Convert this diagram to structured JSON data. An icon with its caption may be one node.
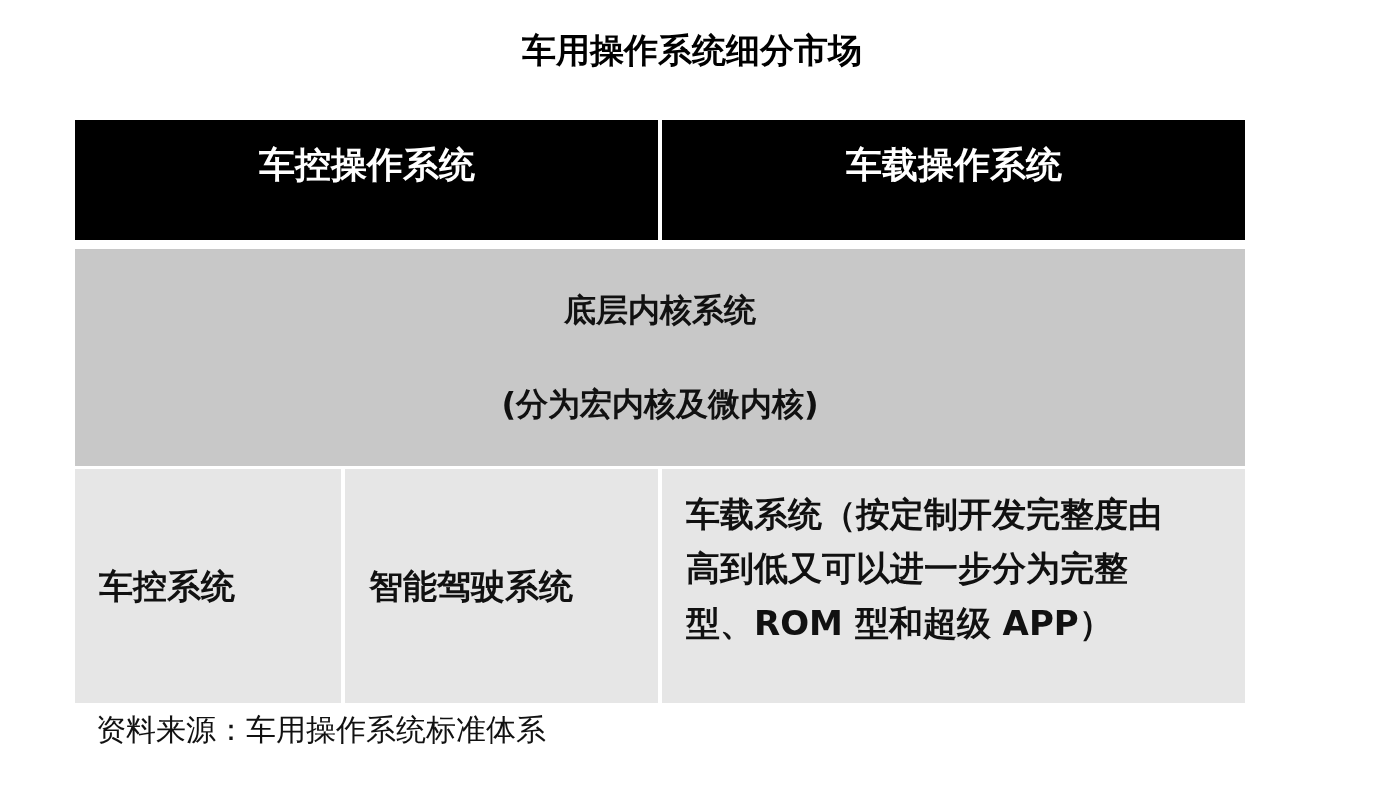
{
  "diagram": {
    "title": "车用操作系统细分市场",
    "caption": "资料来源：车用操作系统标准体系",
    "nodes": [
      {
        "text": [
          "车控操作系统"
        ]
      },
      {
        "text": [
          "车载操作系统"
        ]
      },
      {
        "text": [
          "底层内核系统",
          "(分为宏内核及微内核)"
        ]
      },
      {
        "text": [
          "车控系统"
        ]
      },
      {
        "text": [
          "智能驾驶系统"
        ]
      },
      {
        "text": [
          "车载系统（按定制开发完整度由高到低又可以进一步分为完整型、ROM 型和超级 APP）"
        ]
      }
    ]
  }
}
